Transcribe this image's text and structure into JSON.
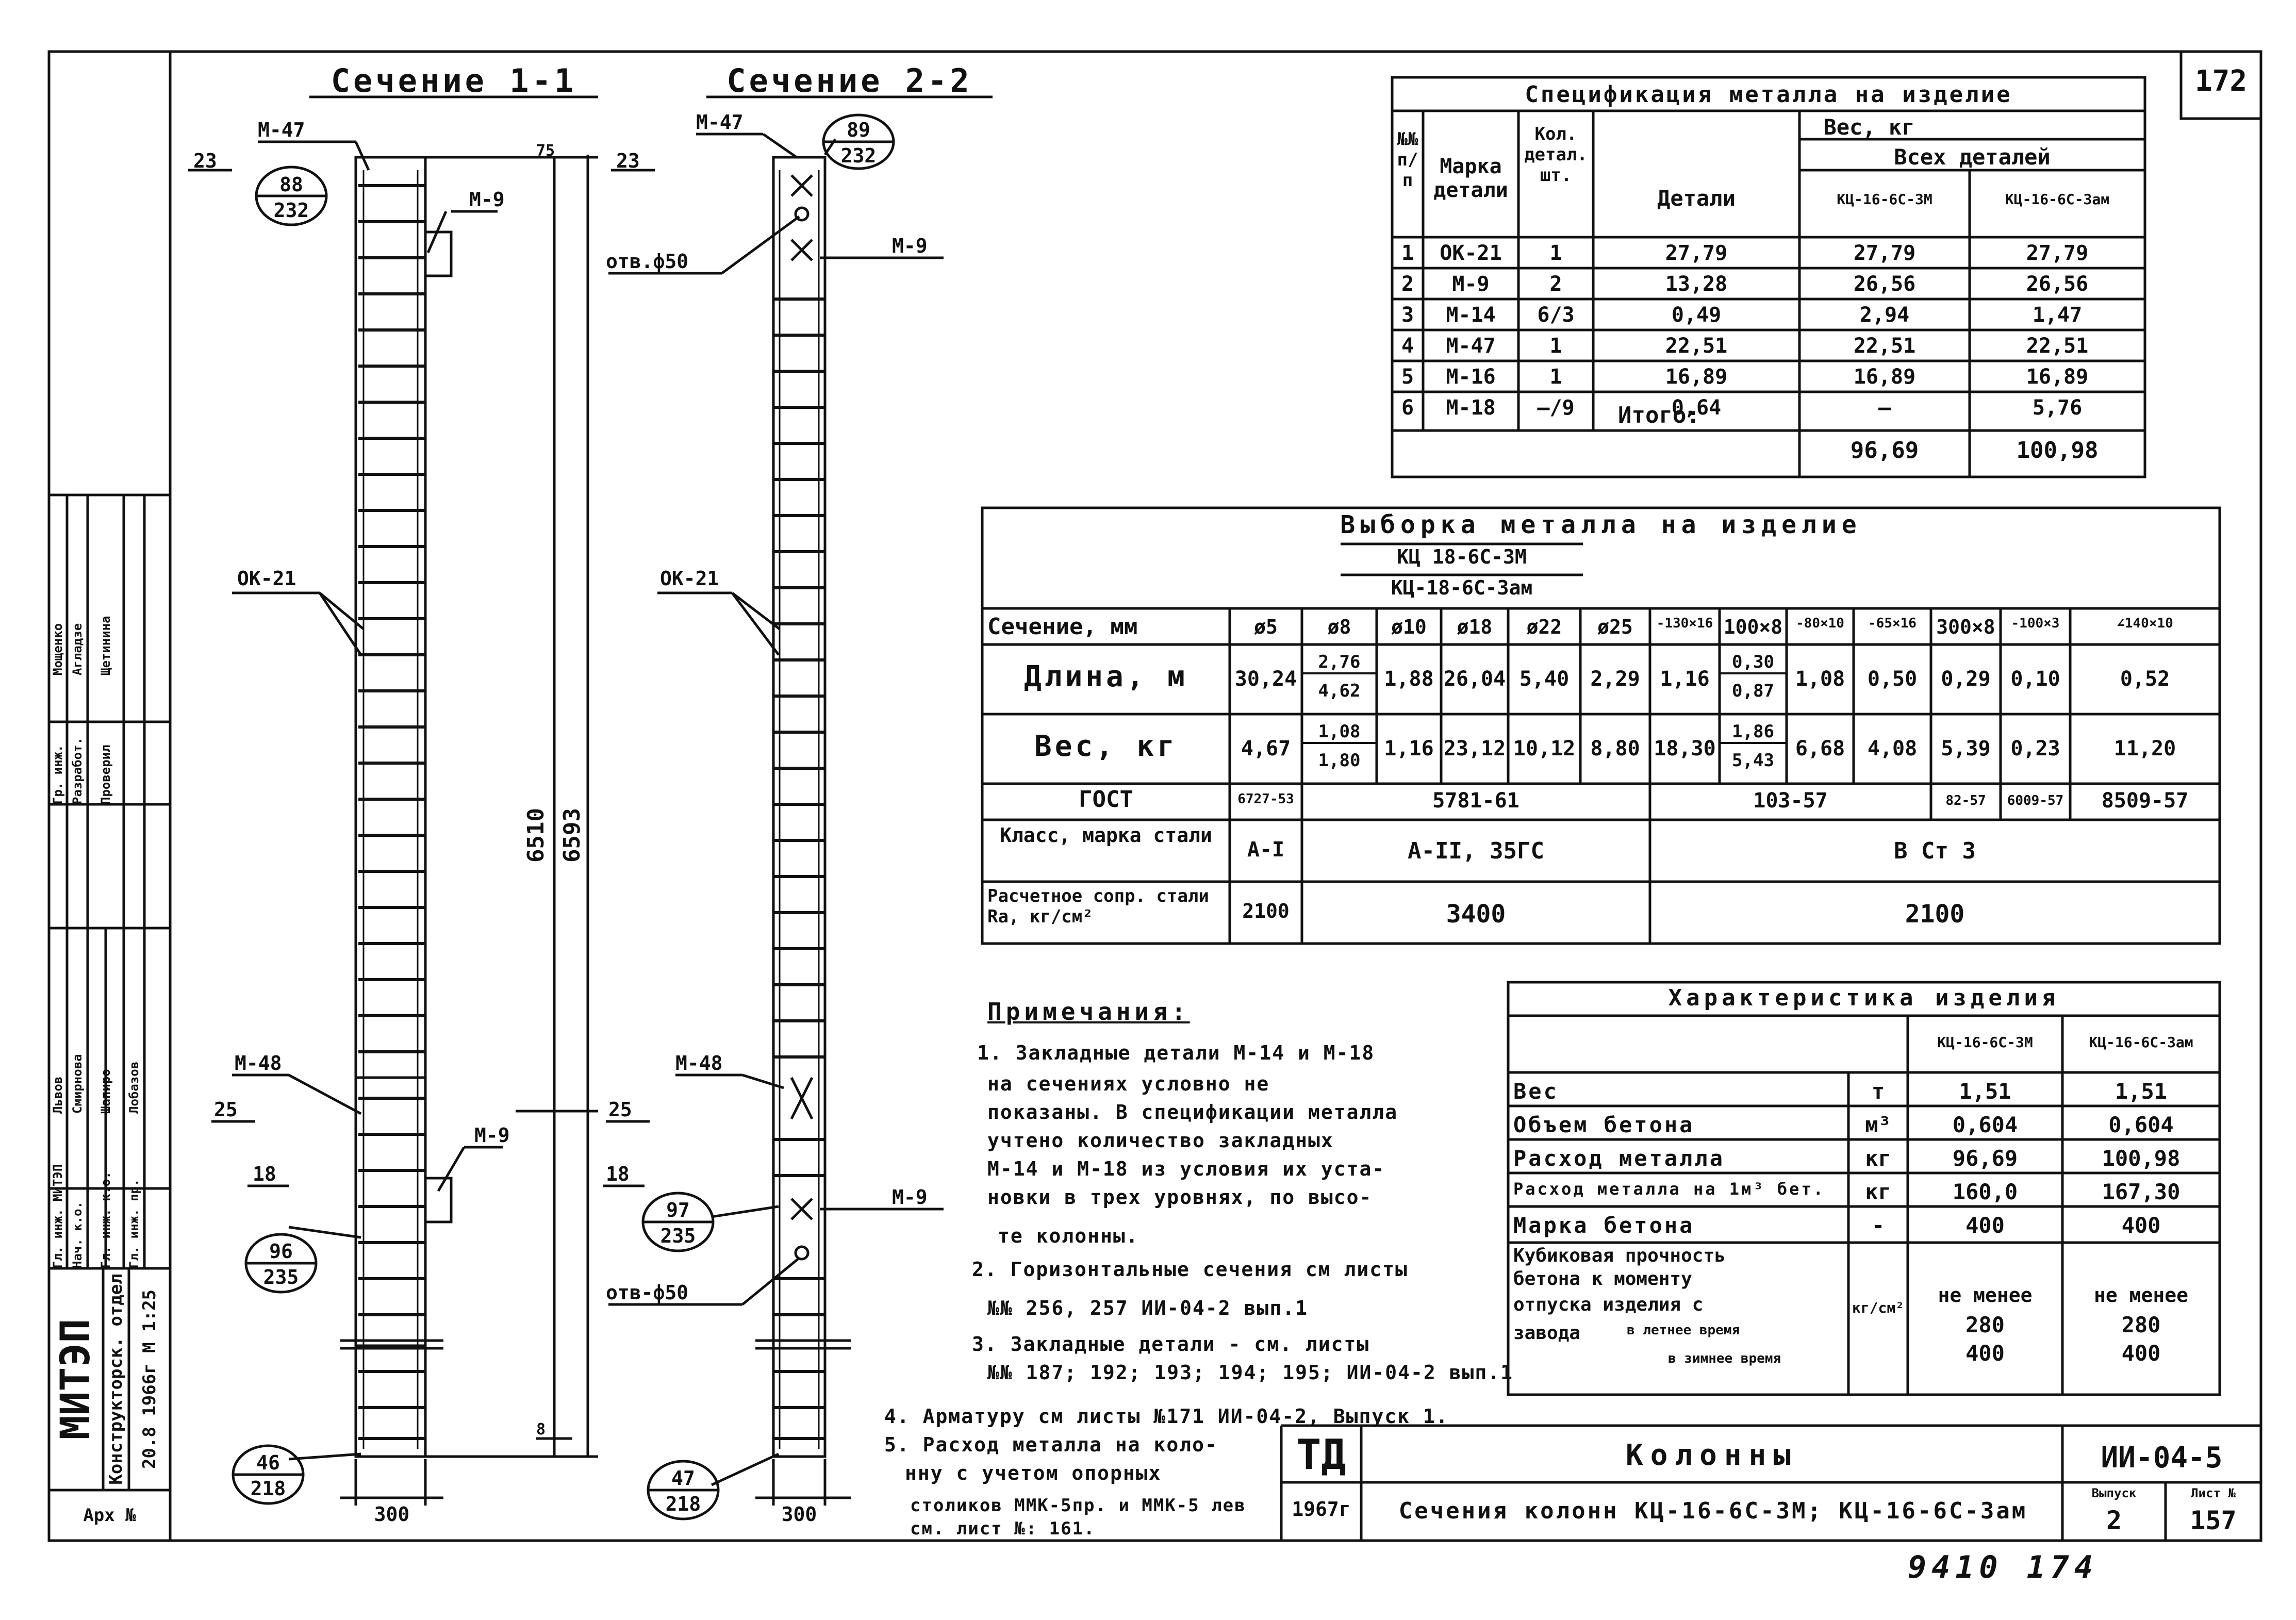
{
  "sheet": {
    "number": "172",
    "bottom_note": "9410   174",
    "project_code": "ИИ-04-5",
    "td": "ТД",
    "year": "1967г",
    "title": "Колонны",
    "subtitle": "Сечения колонн КЦ-16-6С-3М; КЦ-16-6С-3ам",
    "issue_label": "Выпуск",
    "issue_value": "2",
    "page_label": "Лист №",
    "page_value": "157"
  },
  "side_block": {
    "org": "МИТЭП",
    "dept": "Конструкторск. отдел",
    "date_top": "20.8",
    "date_year": "1966г",
    "scale_label": "М",
    "scale": "1:25",
    "arch": "Арх №",
    "rows": [
      {
        "role": "Гл. инж. МИТЭП",
        "name": "Львов"
      },
      {
        "role": "Нач. к.о.",
        "name": "Смирнова"
      },
      {
        "role": "Гл. инж. к.о.",
        "name": "Шапиро"
      },
      {
        "role": "Гл. инж. пр.",
        "name": "Лобазов"
      },
      {
        "role": "Гр. инж.",
        "name": "Мощенко"
      },
      {
        "role": "Разработ.",
        "name": "Агладзе"
      },
      {
        "role": "Проверил",
        "name": "Щетинина"
      }
    ]
  },
  "section1": {
    "title": "Сечение 1-1",
    "labels": {
      "m47": "М-47",
      "m9a": "М-9",
      "ok21": "ОК-21",
      "m48": "М-48",
      "m9b": "М-9",
      "top_num": "88",
      "top_den": "232",
      "mid_num": "96",
      "mid_den": "235",
      "bot_num": "46",
      "bot_den": "218",
      "width": "300",
      "mark23l": "23",
      "mark23r": "23",
      "mark25l": "25",
      "mark25r": "25",
      "mark18l": "18",
      "mark18r": "18",
      "dim_top": "75",
      "dim_a": "6510",
      "dim_b": "6593",
      "dim_bot": "8"
    }
  },
  "section2": {
    "title": "Сечение 2-2",
    "labels": {
      "m47": "М-47",
      "hole_top": "отв.ф50",
      "m9a": "М-9",
      "ok21": "ОК-21",
      "m48": "М-48",
      "m9b": "М-9",
      "hole_bot": "отв-ф50",
      "top_num": "89",
      "top_den": "232",
      "mid_num": "97",
      "mid_den": "235",
      "bot_num": "47",
      "bot_den": "218",
      "width": "300"
    }
  },
  "spec": {
    "title": "Спецификация металла на изделие",
    "h_no": "№№ п/п",
    "h_mark": "Марка детали",
    "h_qty": "Кол. детал. шт.",
    "h_weight": "Вес, кг",
    "h_part": "Детали",
    "h_all": "Всех деталей",
    "h_a": "КЦ-16-6С-3М",
    "h_b": "КЦ-16-6С-3ам",
    "rows": [
      [
        "1",
        "ОК-21",
        "1",
        "27,79",
        "27,79",
        "27,79"
      ],
      [
        "2",
        "М-9",
        "2",
        "13,28",
        "26,56",
        "26,56"
      ],
      [
        "3",
        "М-14",
        "6/3",
        "0,49",
        "2,94",
        "1,47"
      ],
      [
        "4",
        "М-47",
        "1",
        "22,51",
        "22,51",
        "22,51"
      ],
      [
        "5",
        "М-16",
        "1",
        "16,89",
        "16,89",
        "16,89"
      ],
      [
        "6",
        "М-18",
        "–/9",
        "0,64",
        "—",
        "5,76"
      ]
    ],
    "total_label": "Итого:",
    "total_a": "96,69",
    "total_b": "100,98"
  },
  "vyborka": {
    "title": "Выборка металла на изделие",
    "sub1": "КЦ 18-6С-3М",
    "sub2": "КЦ-18-6С-3ам",
    "col_head": "Сечение, мм",
    "cols": [
      "ø5",
      "ø8",
      "ø10",
      "ø18",
      "ø22",
      "ø25",
      "-130×16",
      "100×8",
      "-80×10",
      "-65×16",
      "300×8",
      "-100×3",
      "∠140×10"
    ],
    "length_label": "Длина, м",
    "length": [
      "30,24",
      "2,76/4,62",
      "1,88",
      "26,04",
      "5,40",
      "2,29",
      "1,16",
      "0,30/0,87",
      "1,08",
      "0,50",
      "0,29",
      "0,10",
      "0,52"
    ],
    "weight_label": "Вес, кг",
    "weight": [
      "4,67",
      "1,08/1,80",
      "1,16",
      "23,12",
      "10,12",
      "8,80",
      "18,30",
      "1,86/5,43",
      "6,68",
      "4,08",
      "5,39",
      "0,23",
      "11,20"
    ],
    "gost_label": "ГОСТ",
    "gost": [
      "6727-53",
      "5781-61",
      "103-57",
      "82-57",
      "6009-57",
      "8509-57"
    ],
    "class_label": "Класс, марка стали",
    "class": [
      "A-I",
      "A-II, 35ГС",
      "В Ст 3"
    ],
    "rsopr_label": "Расчетное сопр. стали Ra, кг/см²",
    "rsopr": [
      "2100",
      "3400",
      "2100"
    ]
  },
  "notes": {
    "title": "Примечания:",
    "items": [
      "1. Закладные детали М-14 и М-18",
      "на сечениях условно не",
      "показаны. В спецификации металла",
      "учтено количество закладных",
      "М-14 и М-18 из условия их уста-",
      "новки в трех уровнях, по высо-",
      "те колонны.",
      "2. Горизонтальные сечения см листы",
      "№№ 256, 257 ИИ-04-2 вып.1",
      "3. Закладные детали - см. листы",
      "№№ 187; 192; 193; 194; 195; ИИ-04-2 вып.1",
      "4. Арматуру см листы №171 ИИ-04-2, Выпуск 1.",
      "5. Расход металла на коло-",
      "нну с учетом опорных",
      "столиков ММК-5пр. и ММК-5 лев",
      "см. лист №: 161."
    ]
  },
  "char": {
    "title": "Характеристика изделия",
    "h_a": "КЦ-16-6С-3М",
    "h_b": "КЦ-16-6С-3ам",
    "rows": [
      [
        "Вес",
        "т",
        "1,51",
        "1,51"
      ],
      [
        "Объем бетона",
        "м³",
        "0,604",
        "0,604"
      ],
      [
        "Расход металла",
        "кг",
        "96,69",
        "100,98"
      ],
      [
        "Расход металла на 1м³ бет.",
        "кг",
        "160,0",
        "167,30"
      ],
      [
        "Марка бетона",
        "-",
        "400",
        "400"
      ]
    ],
    "cube_lines": [
      "Кубиковая прочность",
      "бетона к моменту",
      "отпуска изделия с",
      "завода",
      "в летнее время",
      "в зимнее время"
    ],
    "cube_unit": "кг/см²",
    "cube_a": [
      "не менее",
      "280",
      "400"
    ],
    "cube_b": [
      "не менее",
      "280",
      "400"
    ]
  }
}
